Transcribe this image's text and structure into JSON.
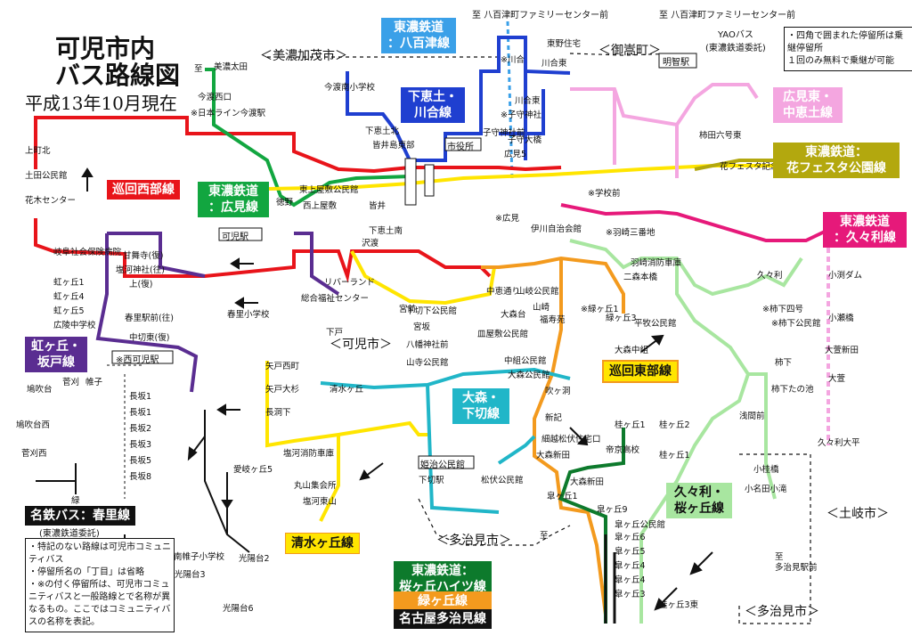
{
  "title_line1": "可児市内",
  "title_line2": "バス路線図",
  "as_of": "平成13年10月現在",
  "cities": {
    "minokamo": "＜美濃加茂市＞",
    "mitake": "＜御嵩町＞",
    "kani": "＜可児市＞",
    "tajimi_center": "＜多治見市＞",
    "toki": "＜土岐市＞",
    "tajimi_bottom": "＜多治見市＞"
  },
  "yaotsu_bus": {
    "line1": "YAOバス",
    "line2": "(東濃鉄道委託)"
  },
  "top_notes": {
    "to1": "至",
    "dest1": "八百津町ファミリーセンター前",
    "to2": "至",
    "dest2": "八百津町ファミリーセンター前"
  },
  "legend_note_top": "・四角で囲まれた停留所は乗継停留所\n１回のみ無料で乗継が可能",
  "route_boxes": {
    "yaotsu": "東濃鉄道\n：八百津線",
    "shimoe_kawai": "下恵土・\n川合線",
    "hiromi_higashi": "広見東・\n中恵土線",
    "hanafesta": "東濃鉄道：\n花フェスタ公園線",
    "kukuri": "東濃鉄道\n：久々利線",
    "hiromi": "東濃鉄道\n：広見線",
    "junkai_seibu": "巡回西部線",
    "junkai_tobu": "巡回東部線",
    "nijigaoka": "虹ヶ丘・\n坂戸線",
    "omori": "大森・\n下切線",
    "kukuri_sakuragaoka": "久々利・\n桜ヶ丘線",
    "shimizugaoka": "清水ヶ丘線",
    "sakuragaoka_heights": "東濃鉄道：\n桜ヶ丘ハイツ線",
    "midorigaoka": "緑ヶ丘線",
    "nagoya_tajimi": "名古屋多治見線",
    "meitetsu": "名鉄バス：春里線",
    "meitetsu_sub": "(東濃鉄道委託)"
  },
  "bottom_notes": "・特記のない路線は可児市コミュニティバス\n・停留所名の「丁目」は省略\n・※の付く停留所は、可児市コミュニティバスと一般路線とで名称が異なるもの。ここではコミュニティバスの名称を表記。",
  "stops": {
    "hiromi_eki": "可児駅",
    "kani_eki": "※可児駅",
    "nishi_kani_eki": "※西可児駅",
    "shiyakusho": "市役所",
    "meitetsu_station": "明智駅",
    "himegi_kominkan": "姫治公民館",
    "shimo_kiri": "下切駅"
  },
  "colors": {
    "red": "#e8141a",
    "green": "#12a640",
    "blue": "#1f3fd0",
    "purple": "#5a2d91",
    "yellow": "#ffe500",
    "orange": "#f39a1e",
    "cyan": "#21b6c8",
    "pink": "#f4a6e0",
    "magenta": "#e6197a",
    "olive": "#b3a80e",
    "lightgreen": "#a8e6a0",
    "darkgreen": "#0d7a2c",
    "gray": "#8a8a8a",
    "black": "#111111",
    "skyblue": "#3aa0e8",
    "brown": "#8a5a1e"
  }
}
